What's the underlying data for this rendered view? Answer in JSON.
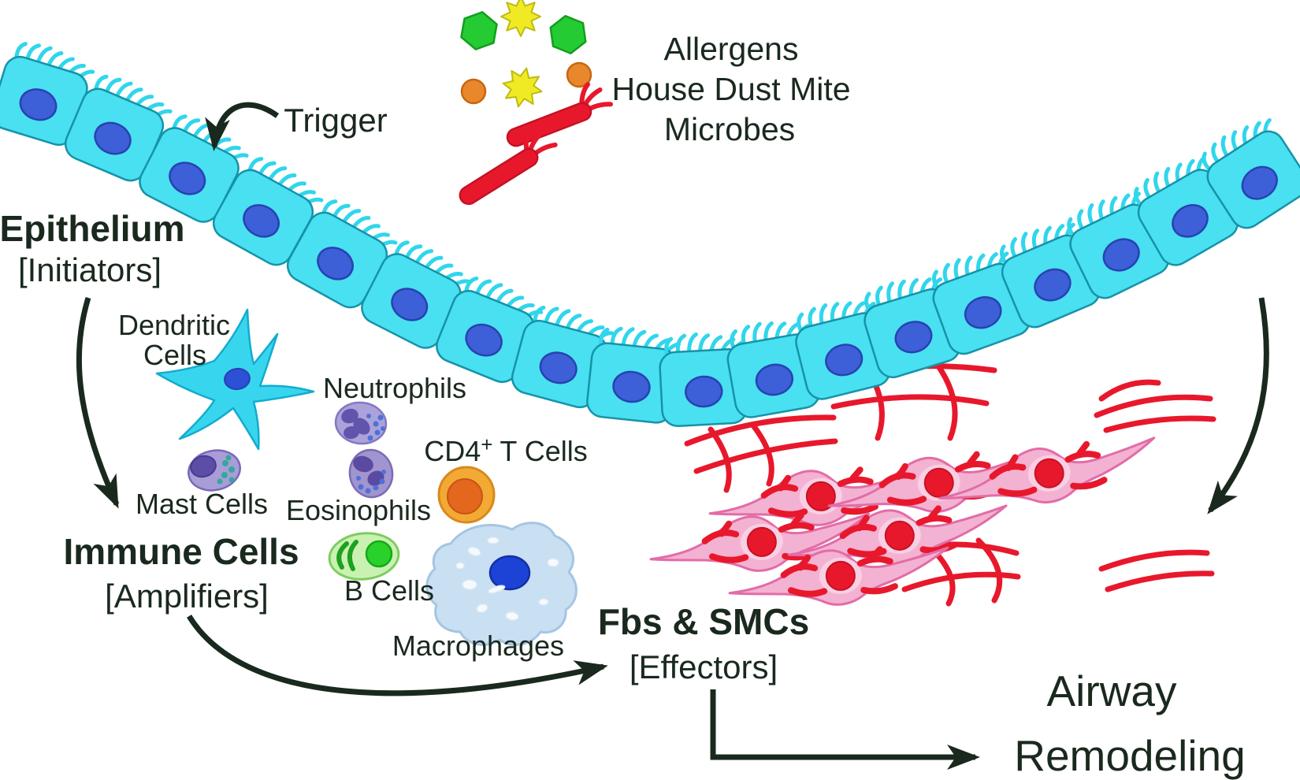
{
  "figure": {
    "allergen_block": [
      "Allergens",
      "House Dust Mite",
      "Microbes"
    ],
    "trigger": "Trigger",
    "epithelium": {
      "title": "Epithelium",
      "subtitle": "[Initiators]"
    },
    "immune": {
      "title": "Immune Cells",
      "subtitle": "[Amplifiers]"
    },
    "effectors": {
      "title": "Fbs & SMCs",
      "subtitle": "[Effectors]"
    },
    "outcome": [
      "Airway",
      "Remodeling"
    ],
    "cells": {
      "dendritic": [
        "Dendritic",
        "Cells"
      ],
      "mast": "Mast Cells",
      "neutrophils": "Neutrophils",
      "eosinophils": "Eosinophils",
      "cd4": {
        "base": "CD4",
        "sup": "+",
        "rest": "T Cells"
      },
      "b": "B Cells",
      "macrophages": "Macrophages"
    }
  },
  "colors": {
    "ink": "#1A291E",
    "epi-fill": "#49E0F1",
    "epi-stroke": "#1593A8",
    "nuc-fill": "#3D5FD8",
    "nuc-stroke": "#2743B0",
    "cilia": "#30D6EC",
    "red": "#E8182C",
    "red-dark": "#C51224",
    "pink": "#F4B2D2",
    "pink-stroke": "#E26CA8",
    "pink-halo": "#F9CFE4",
    "green": "#25CB33",
    "green-dark": "#129E1F",
    "yellow": "#F0EA25",
    "yellow-dark": "#BFBA10",
    "orange": "#E8872B",
    "orange-dark": "#C9660F",
    "dc-fill": "#38D6EE",
    "dc-stroke": "#12ACCE",
    "dc-nuc": "#2C50D6",
    "mast-fill": "#A89DD6",
    "mast-stroke": "#7A68B8",
    "mast-nuc": "#5C4EA6",
    "mast-nuc-stroke": "#483A92",
    "teal": "#33A89C",
    "neut-fill": "#ABA2DA",
    "neut-stroke": "#8278C2",
    "neut-nuc": "#6154AC",
    "gran-blue": "#4A72D8",
    "eo-fill": "#A294CE",
    "eo-stroke": "#7A6CB8",
    "eo-nuc": "#5A4AA2",
    "cd4-outer": "#F3AA35",
    "cd4-ring": "#D8891C",
    "cd4-inner": "#E4671E",
    "cd4-inner-ring": "#C85512",
    "b-outer": "#C9F2B2",
    "b-stroke": "#7FCB60",
    "b-nuc": "#2BD12B",
    "b-nuc-stroke": "#18A818",
    "b-crescent": "#1FA01F",
    "mac-fill": "#C9DFF2",
    "mac-stroke": "#A5C5E3",
    "mac-nuc": "#1C43D6",
    "mac-nuc-stroke": "#1130A6",
    "vac": "#F6FAFE",
    "vac-stroke": "#DCE9F5"
  },
  "epithelium_cells": [
    [
      50,
      128,
      17
    ],
    [
      145,
      171,
      23
    ],
    [
      240,
      222,
      27
    ],
    [
      334,
      276,
      29
    ],
    [
      428,
      330,
      29
    ],
    [
      522,
      382,
      27
    ],
    [
      616,
      427,
      22
    ],
    [
      710,
      462,
      15
    ],
    [
      802,
      486,
      6
    ],
    [
      893,
      492,
      -3
    ],
    [
      982,
      477,
      -10
    ],
    [
      1070,
      452,
      -14
    ],
    [
      1158,
      423,
      -17
    ],
    [
      1246,
      392,
      -20
    ],
    [
      1334,
      357,
      -23
    ],
    [
      1421,
      319,
      -26
    ],
    [
      1508,
      276,
      -30
    ],
    [
      1596,
      228,
      -33
    ]
  ],
  "fibroblasts": [
    [
      1040,
      632,
      -4
    ],
    [
      1190,
      615,
      -7
    ],
    [
      965,
      690,
      -4
    ],
    [
      1140,
      682,
      -5
    ],
    [
      1065,
      733,
      -4
    ],
    [
      1330,
      603,
      -8
    ]
  ],
  "fibers": [
    [
      872,
      563,
      960,
      528,
      1058,
      530
    ],
    [
      884,
      598,
      972,
      566,
      1060,
      560
    ],
    [
      902,
      545,
      934,
      588,
      922,
      622
    ],
    [
      956,
      540,
      988,
      582,
      976,
      614
    ],
    [
      1042,
      482,
      1150,
      455,
      1262,
      470
    ],
    [
      1058,
      516,
      1160,
      494,
      1252,
      512
    ],
    [
      1090,
      452,
      1132,
      508,
      1114,
      556
    ],
    [
      1180,
      450,
      1226,
      506,
      1206,
      556
    ],
    [
      1392,
      527,
      1462,
      498,
      1536,
      506
    ],
    [
      1398,
      506,
      1432,
      481,
      1470,
      486
    ],
    [
      1404,
      546,
      1472,
      527,
      1540,
      532
    ],
    [
      1132,
      702,
      1212,
      680,
      1290,
      702
    ],
    [
      1148,
      748,
      1220,
      722,
      1292,
      732
    ],
    [
      1176,
      690,
      1222,
      732,
      1204,
      766
    ],
    [
      1242,
      686,
      1282,
      726,
      1262,
      762
    ],
    [
      1398,
      722,
      1466,
      697,
      1532,
      702
    ],
    [
      1406,
      748,
      1472,
      726,
      1538,
      728
    ]
  ],
  "allergens": {
    "hexagons": [
      [
        608,
        39,
        10
      ],
      [
        721,
        44,
        -8
      ]
    ],
    "stars": [
      [
        661,
        21,
        0
      ],
      [
        663,
        111,
        12
      ]
    ],
    "dots": [
      [
        601,
        116
      ],
      [
        735,
        95
      ]
    ],
    "microbes": [
      [
        697,
        158,
        -21
      ],
      [
        633,
        224,
        -32
      ]
    ]
  }
}
